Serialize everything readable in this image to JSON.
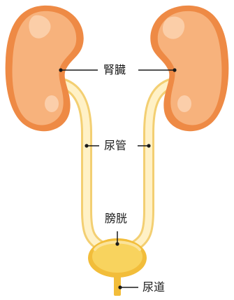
{
  "labels": {
    "kidney": "腎臓",
    "ureter": "尿管",
    "bladder": "膀胱",
    "urethra": "尿道"
  },
  "colors": {
    "kidney_outer": "#ee8a45",
    "kidney_inner": "#f7b27c",
    "kidney_highlight": "#fbd0ad",
    "ureter_fill": "#fff1c6",
    "ureter_stroke": "#f3cf72",
    "bladder_fill": "#f8d35e",
    "bladder_outer": "#f2bd3a",
    "urethra": "#f2bd3a",
    "leader_line": "#1a1a1a"
  }
}
